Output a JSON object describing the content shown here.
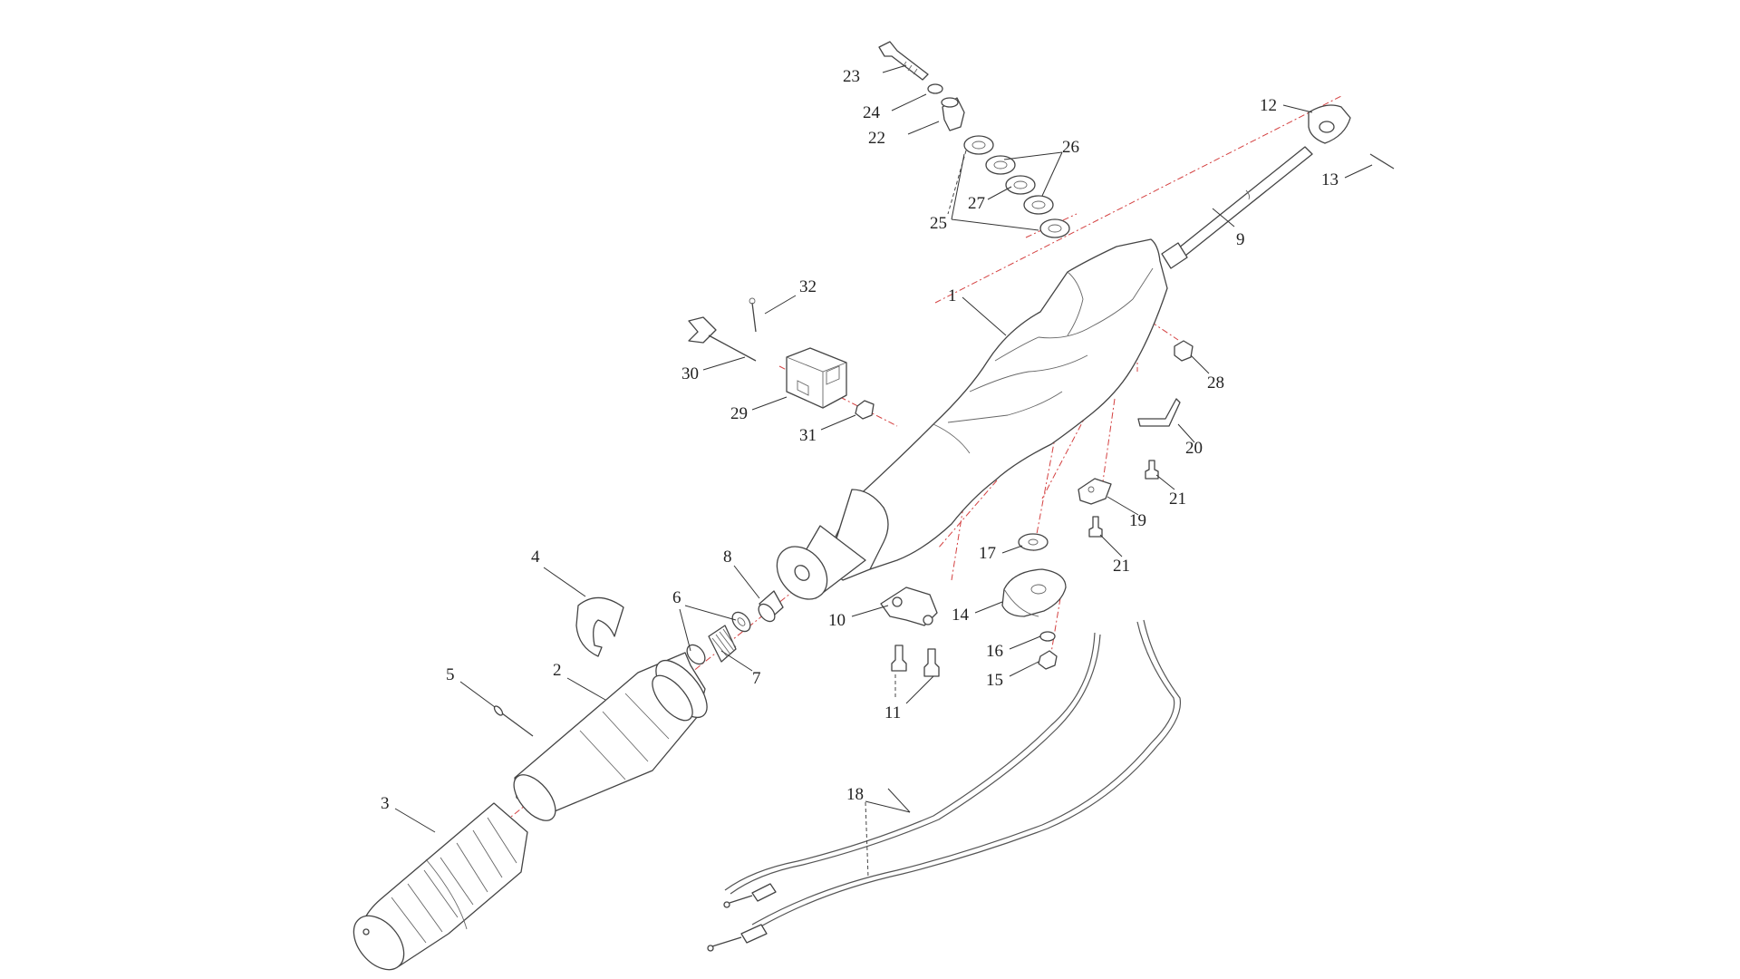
{
  "diagram": {
    "parts": [
      {
        "id": "1",
        "label": "1"
      },
      {
        "id": "2",
        "label": "2"
      },
      {
        "id": "3",
        "label": "3"
      },
      {
        "id": "4",
        "label": "4"
      },
      {
        "id": "5",
        "label": "5"
      },
      {
        "id": "6",
        "label": "6"
      },
      {
        "id": "7",
        "label": "7"
      },
      {
        "id": "8",
        "label": "8"
      },
      {
        "id": "9",
        "label": "9"
      },
      {
        "id": "10",
        "label": "10"
      },
      {
        "id": "11",
        "label": "11"
      },
      {
        "id": "12",
        "label": "12"
      },
      {
        "id": "13",
        "label": "13"
      },
      {
        "id": "14",
        "label": "14"
      },
      {
        "id": "15",
        "label": "15"
      },
      {
        "id": "16",
        "label": "16"
      },
      {
        "id": "17",
        "label": "17"
      },
      {
        "id": "18",
        "label": "18"
      },
      {
        "id": "19",
        "label": "19"
      },
      {
        "id": "20",
        "label": "20"
      },
      {
        "id": "21",
        "label": "21"
      },
      {
        "id": "22",
        "label": "22"
      },
      {
        "id": "23",
        "label": "23"
      },
      {
        "id": "24",
        "label": "24"
      },
      {
        "id": "25",
        "label": "25"
      },
      {
        "id": "26",
        "label": "26"
      },
      {
        "id": "27",
        "label": "27"
      },
      {
        "id": "28",
        "label": "28"
      },
      {
        "id": "29",
        "label": "29"
      },
      {
        "id": "30",
        "label": "30"
      },
      {
        "id": "31",
        "label": "31"
      },
      {
        "id": "32",
        "label": "32"
      }
    ]
  }
}
